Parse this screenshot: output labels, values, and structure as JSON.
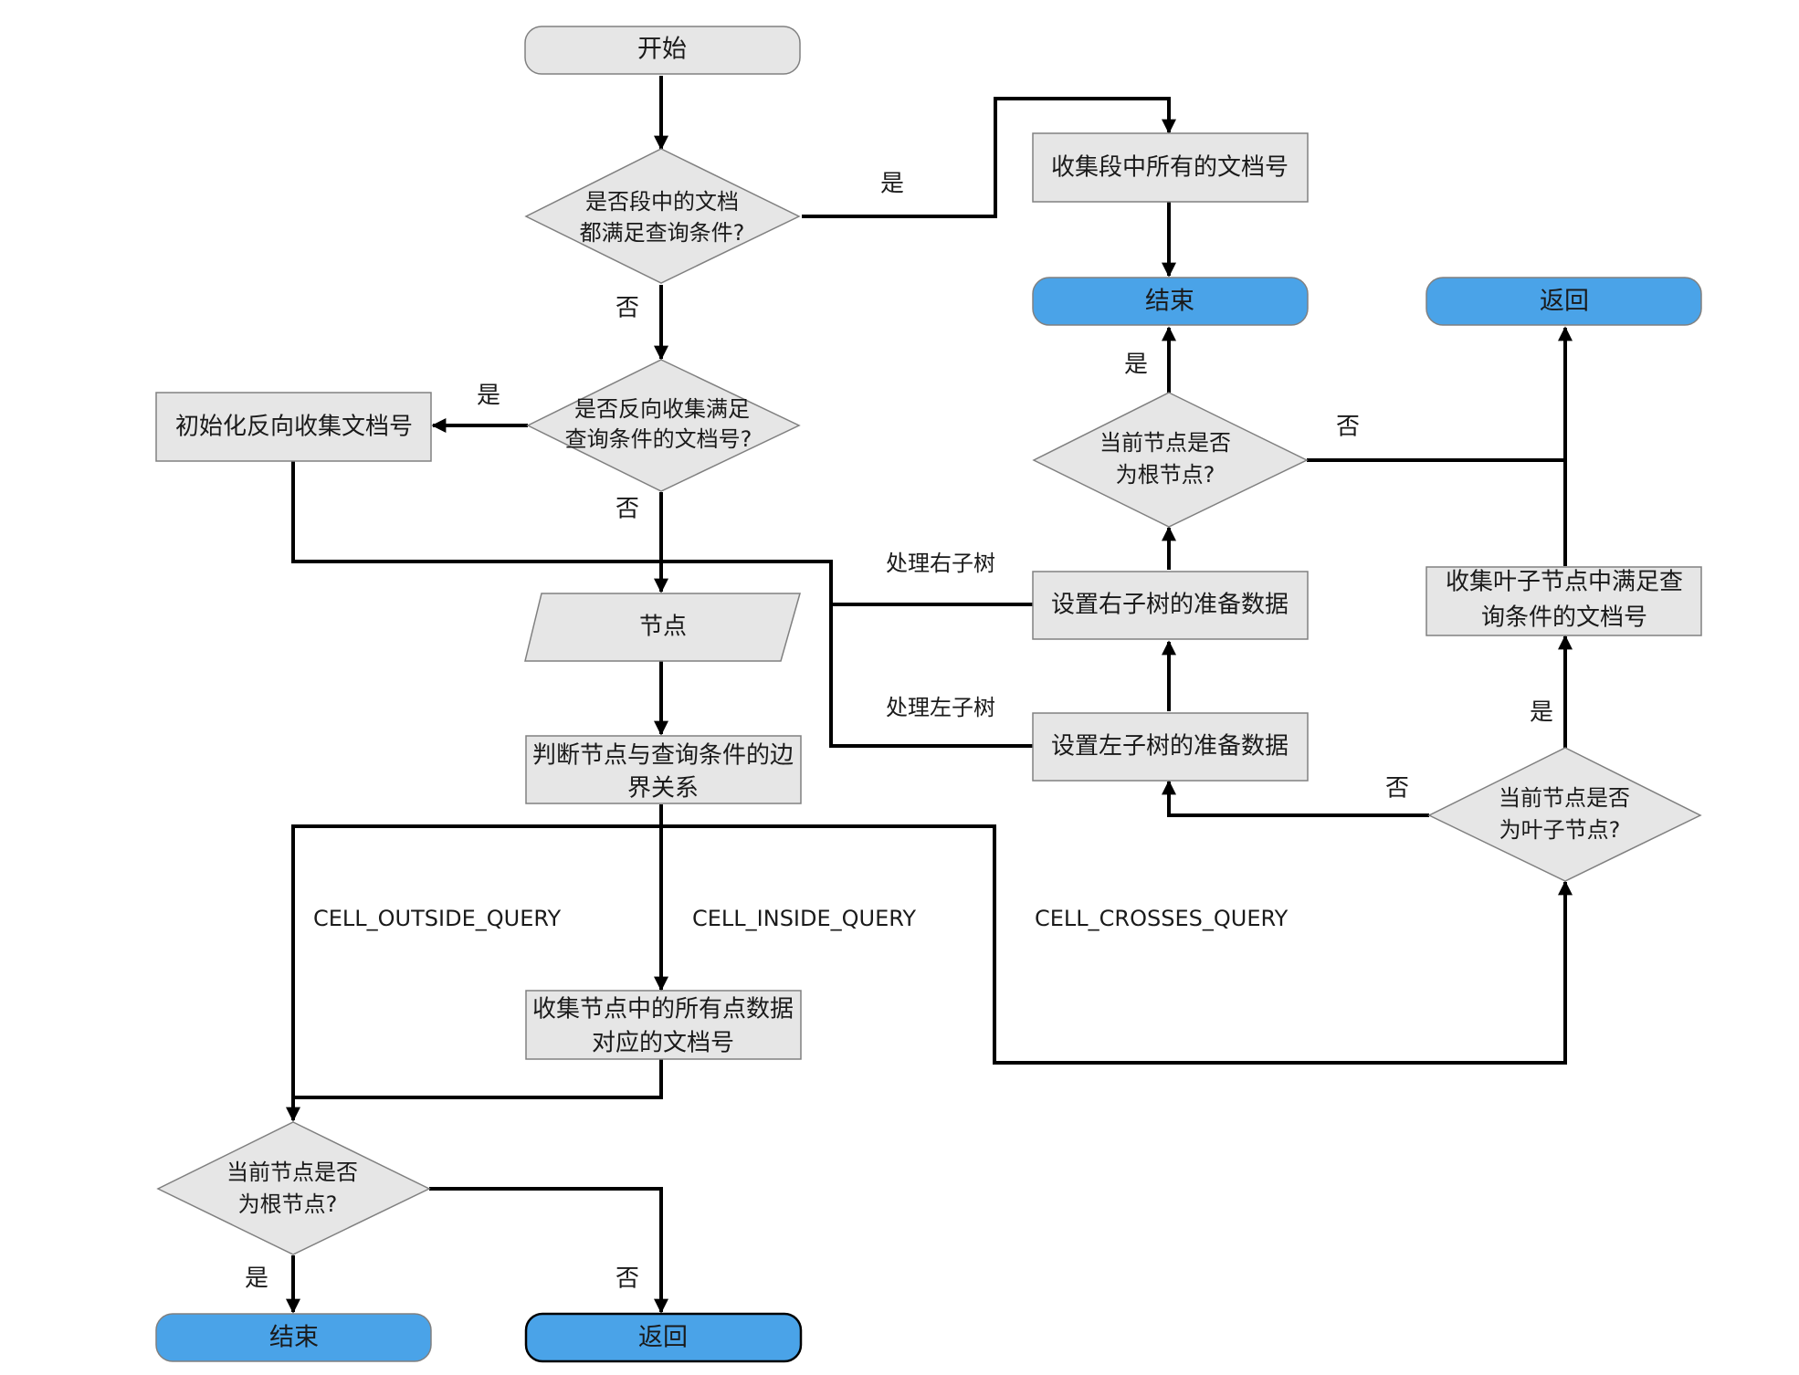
{
  "nodes": {
    "start": "开始",
    "d_all_docs": [
      "是否段中的文档",
      "都满足查询条件?"
    ],
    "collect_all": "收集段中所有的文档号",
    "end_top": "结束",
    "return_top": "返回",
    "d_reverse": [
      "是否反向收集满足",
      "查询条件的文档号?"
    ],
    "init_reverse": "初始化反向收集文档号",
    "d_root_top": [
      "当前节点是否",
      "为根节点?"
    ],
    "set_right": "设置右子树的准备数据",
    "set_left": "设置左子树的准备数据",
    "collect_leaf": [
      "收集叶子节点中满足查",
      "询条件的文档号"
    ],
    "node": "节点",
    "judge": [
      "判断节点与查询条件的边",
      "界关系"
    ],
    "d_leaf": [
      "当前节点是否",
      "为叶子节点?"
    ],
    "collect_points": [
      "收集节点中的所有点数据",
      "对应的文档号"
    ],
    "d_root_bottom": [
      "当前节点是否",
      "为根节点?"
    ],
    "end_bottom": "结束",
    "return_bottom": "返回"
  },
  "edge_labels": {
    "yes_all_docs": "是",
    "no_all_docs": "否",
    "yes_reverse": "是",
    "no_reverse": "否",
    "yes_root_top": "是",
    "no_root_top": "否",
    "process_right": "处理右子树",
    "process_left": "处理左子树",
    "yes_leaf": "是",
    "no_leaf": "否",
    "outside": "CELL_OUTSIDE_QUERY",
    "inside": "CELL_INSIDE_QUERY",
    "crosses": "CELL_CROSSES_QUERY",
    "yes_root_bottom": "是",
    "no_root_bottom": "否"
  },
  "colors": {
    "terminal": "#4aa3e8",
    "process": "#e6e6e6",
    "border": "#808080"
  }
}
